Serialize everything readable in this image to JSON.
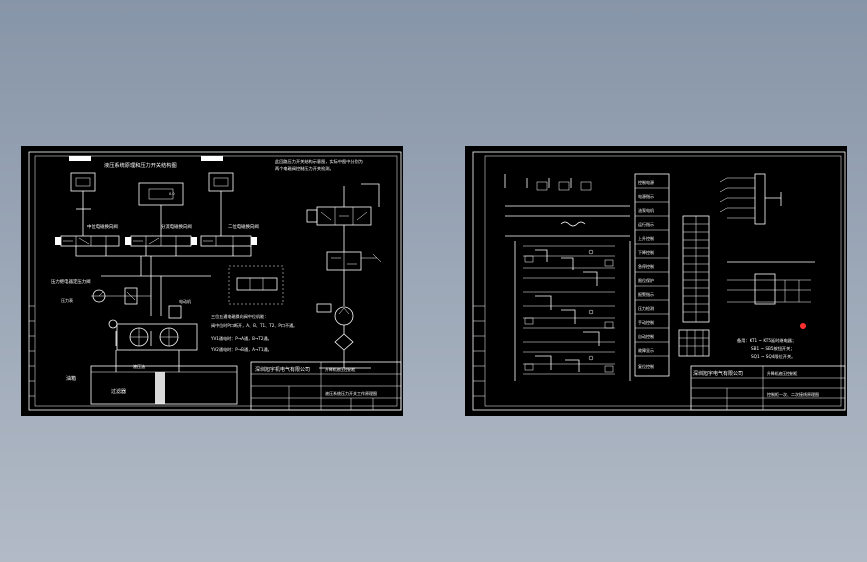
{
  "colors": {
    "background_top": "#8795a8",
    "background_bottom": "#b2bac6",
    "sheet": "#000000",
    "line": "#ffffff",
    "red_marker": "#ff3030"
  },
  "left_sheet": {
    "title_main": "液压系统原理和压力开关结构图",
    "notes_top": [
      "此回路压力开关结构示意图，实际中图中分别为",
      "两个电磁阀控制压力开关检测。"
    ],
    "labels": {
      "valve_left": "中位电磁换向阀",
      "valve_mid": "分流电磁换向阀",
      "valve_right": "二位电磁换向阀",
      "relief": "压力继电器定压力阀",
      "gauge": "压力表",
      "pump_motor": "电动机",
      "tank": "油箱",
      "filter": "过滤器",
      "oil_label": "液压油"
    },
    "notes_mid": [
      "三位五通电磁换向阀中位机能：",
      "阀中位时P口断开，A、B、T1、T2、P口不通。",
      "YV1通电时：P→A通，B→T2通。",
      "YV2通电时：P→B通，A→T1通。"
    ],
    "title_block": {
      "company": "深圳旭宇机电气有限公司",
      "drawing_title": "液压系统压力开关工作原理图",
      "project": "升降机液压控制柜"
    }
  },
  "right_sheet": {
    "function_labels": [
      "控制电源",
      "电源指示",
      "油泵电机",
      "运行指示",
      "上升控制",
      "下降控制",
      "急停控制",
      "限位保护",
      "报警指示",
      "压力检测",
      "手动控制",
      "自动控制",
      "故障显示",
      "复位控制"
    ],
    "notes": [
      "备用：KT1 ~ KT5延时继电器；",
      "SB1 ~ SB5按钮开关；",
      "SQ1 ~ SQ4限位开关。"
    ],
    "title_block": {
      "company": "深圳旭宇电气有限公司",
      "drawing_title": "控制柜一次、二次接线原理图",
      "project": "升降机液压控制柜"
    }
  }
}
